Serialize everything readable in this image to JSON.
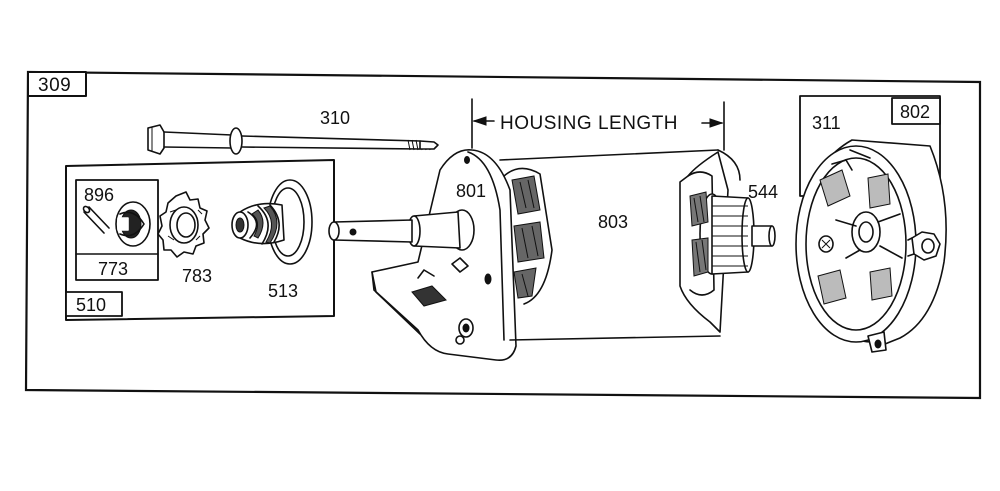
{
  "frame_label": "309",
  "labels": {
    "bolt": "310",
    "housing_length": "HOUSING LENGTH",
    "end_cap_assembly": "802",
    "brush": "311",
    "commutator": "544",
    "housing": "803",
    "drive_end_cap": "801",
    "pin": "896",
    "clip": "773",
    "gear": "783",
    "helix": "513",
    "drive_kit": "510"
  }
}
